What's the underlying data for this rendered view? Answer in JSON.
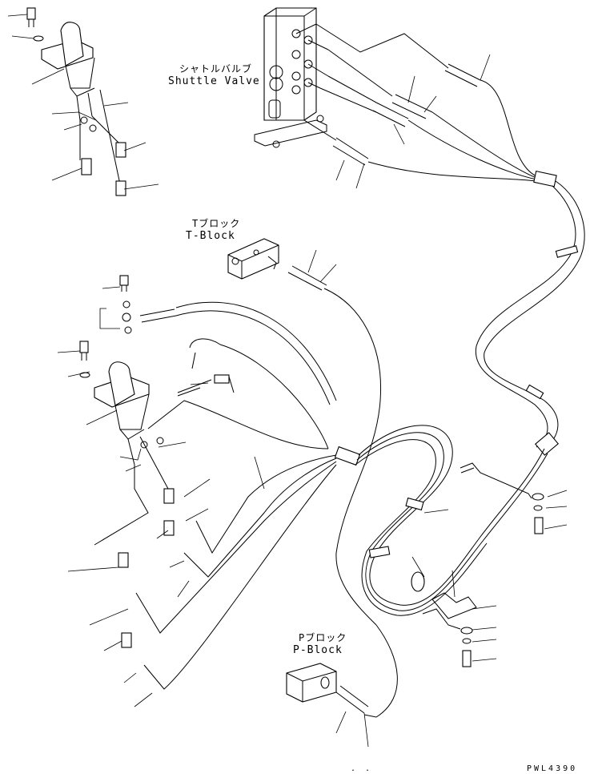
{
  "labels": {
    "shuttle_valve_jp": "シャトルバルブ",
    "shuttle_valve_en": "Shuttle Valve",
    "t_block_jp": "Tブロック",
    "t_block_en": "T-Block",
    "p_block_jp": "Pブロック",
    "p_block_en": "P-Block"
  },
  "drawing_code": "PWL4390",
  "dots": ". ."
}
